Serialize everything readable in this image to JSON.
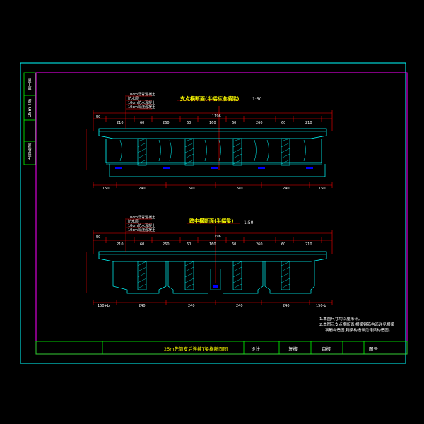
{
  "drawing": {
    "section1_title": "支点横断面(半幅标准横梁)",
    "section1_scale": "1:50",
    "section2_title": "跨中横断面(半幅梁)",
    "section2_scale": "1:50",
    "dim_top_total": "1196",
    "dim_top_parts": [
      "50",
      "210",
      "60",
      "260",
      "60",
      "160",
      "60",
      "260",
      "60",
      "210"
    ],
    "dim_bottom_parts": [
      "150",
      "240",
      "240",
      "240",
      "240",
      "150"
    ],
    "section2_bottom_left": "150+b",
    "section2_bottom_right": "150-b",
    "layer_labels": [
      "10cm沥青混凝土",
      "防水层",
      "10cm防水混凝土",
      "10cm现浇混凝土"
    ]
  },
  "notes": {
    "n1": "1.本图尺寸均以厘米计。",
    "n2": "2.本图示支点横断面,横梁钢筋构造详见横梁",
    "n3": "钢筋构造图,箱梁构造详见箱梁构造图。"
  },
  "title_block": {
    "drawing_name": "25m先简支后连续T梁横断面图",
    "design": "设计",
    "review": "复核",
    "approve": "审核",
    "drawing_no": "图号",
    "side_top": "施工图",
    "side_mid": "25m T梁",
    "side_bot": "上部构造"
  },
  "colors": {
    "border_outer": "#00ffff",
    "border_inner": "#ff00ff",
    "structure": "#00ffff",
    "dimension": "#ff0000",
    "text": "#ffffff",
    "title": "#ffff00",
    "bearing": "#0000ff"
  }
}
